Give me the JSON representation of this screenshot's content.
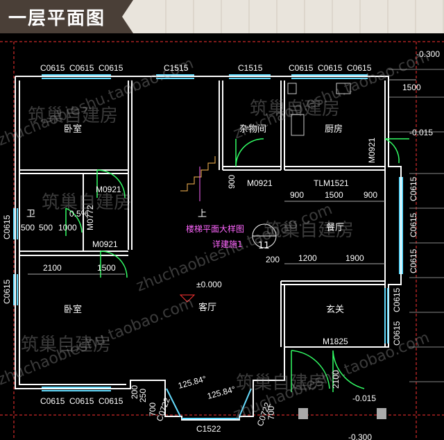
{
  "header": {
    "title": "一层平面图"
  },
  "rooms": {
    "bedroom_top": "卧室",
    "storage": "杂物间",
    "kitchen": "厨房",
    "dining": "餐厅",
    "living": "客厅",
    "bedroom_bottom": "卧室",
    "entrance": "玄关",
    "bath": "卫"
  },
  "windows": {
    "top_left_1": "C0615",
    "top_left_2": "C0615",
    "top_left_3": "C0615",
    "top_mid_1": "C1515",
    "top_mid_2": "C1515",
    "top_right_1": "C0615",
    "top_right_2": "C0615",
    "top_right_3": "C0615",
    "bottom_1": "C0615",
    "bottom_2": "C0615",
    "bottom_3": "C0615",
    "bottom_bay": "C1522",
    "left_1": "C0615",
    "left_2": "C0615",
    "right_1": "C0615",
    "right_2": "C0615",
    "right_3": "C0615",
    "right_4": "C0615",
    "right_5": "C0615",
    "bay_left": "C0722",
    "bay_right": "C0722"
  },
  "doors": {
    "m0921_bed": "M0921",
    "m0921_storage": "M0921",
    "m0921_kitchen": "M0921",
    "m0921_bath": "M0921",
    "m0772": "M0772",
    "tlm1521": "TLM1521",
    "m1825": "M1825"
  },
  "dims": {
    "d1500_right": "1500",
    "d900_stair": "900",
    "d900_a": "900",
    "d1500_b": "1500",
    "d900_c": "900",
    "d1200": "1200",
    "d1900": "1900",
    "d2100": "2100",
    "d1500_bed": "1500",
    "d500a": "500",
    "d500b": "500",
    "d1000": "1000",
    "d200": "200",
    "d2100_porch": "2100",
    "d200_b": "200",
    "d250": "250",
    "d700": "700",
    "d700_b": "700",
    "angle1": "125.84°",
    "angle2": "125.84°"
  },
  "levels": {
    "top_right": "-0.300",
    "right": "-0.015",
    "living": "±0.000",
    "porch": "-0.015",
    "bottom": "-0.300"
  },
  "slope": "0.5%",
  "stair": {
    "up": "上",
    "detail": "楼梯平面大样图",
    "ref": "详建施1",
    "num": "11"
  },
  "watermark": {
    "cn": "筑巢自建房",
    "en": "zhuchaobieshu.taobao.com"
  }
}
